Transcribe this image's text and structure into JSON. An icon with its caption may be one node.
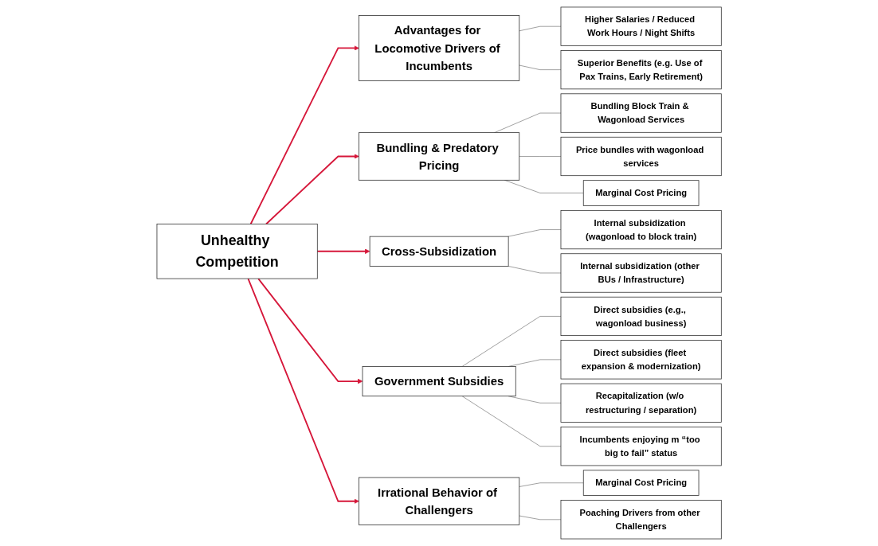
{
  "diagram": {
    "nodes": [
      {
        "text": [
          "Unhealthy Competition"
        ]
      },
      {
        "text": [
          "Advantages for Locomotive Drivers of Incumbents"
        ]
      },
      {
        "text": [
          "Higher Salaries / Reduced Work Hours / Night Shifts"
        ]
      },
      {
        "text": [
          "Superior Benefits (e.g. Use of Pax Trains, Early Retirement)"
        ]
      },
      {
        "text": [
          "Bundling & Predatory Pricing"
        ]
      },
      {
        "text": [
          "Bundling Block Train & Wagonload Services"
        ]
      },
      {
        "text": [
          "Price bundles with wagonload services"
        ]
      },
      {
        "text": [
          "Marginal Cost Pricing"
        ]
      },
      {
        "text": [
          "Cross-Subsidization"
        ]
      },
      {
        "text": [
          "Internal subsidization (wagonload to block train)"
        ]
      },
      {
        "text": [
          "Internal subsidization (other BUs / Infrastructure)"
        ]
      },
      {
        "text": [
          "Government Subsidies"
        ]
      },
      {
        "text": [
          "Direct subsidies (e.g., wagonload business)"
        ]
      },
      {
        "text": [
          "Direct subsidies (fleet expansion & modernization)"
        ]
      },
      {
        "text": [
          "Recapitalization (w/o restructuring / separation)"
        ]
      },
      {
        "text": [
          "Incumbents enjoying m “too big to fail” status"
        ]
      },
      {
        "text": [
          "Irrational Behavior of Challengers"
        ]
      },
      {
        "text": [
          "Marginal Cost Pricing"
        ]
      },
      {
        "text": [
          "Poaching Drivers from other Challengers"
        ]
      }
    ],
    "edges": [
      {
        "from": 0,
        "to": 1,
        "arrow": "to",
        "color": "#d6173a"
      },
      {
        "from": 0,
        "to": 4,
        "arrow": "to",
        "color": "#d6173a"
      },
      {
        "from": 0,
        "to": 8,
        "arrow": "to",
        "color": "#d6173a"
      },
      {
        "from": 0,
        "to": 11,
        "arrow": "to",
        "color": "#d6173a"
      },
      {
        "from": 0,
        "to": 16,
        "arrow": "to",
        "color": "#d6173a"
      },
      {
        "from": 1,
        "to": 2,
        "arrow": "none"
      },
      {
        "from": 1,
        "to": 3,
        "arrow": "none"
      },
      {
        "from": 4,
        "to": 5,
        "arrow": "none"
      },
      {
        "from": 4,
        "to": 6,
        "arrow": "none"
      },
      {
        "from": 4,
        "to": 7,
        "arrow": "none"
      },
      {
        "from": 8,
        "to": 9,
        "arrow": "none"
      },
      {
        "from": 8,
        "to": 10,
        "arrow": "none"
      },
      {
        "from": 11,
        "to": 12,
        "arrow": "none"
      },
      {
        "from": 11,
        "to": 13,
        "arrow": "none"
      },
      {
        "from": 11,
        "to": 14,
        "arrow": "none"
      },
      {
        "from": 11,
        "to": 15,
        "arrow": "none"
      },
      {
        "from": 16,
        "to": 17,
        "arrow": "none"
      },
      {
        "from": 16,
        "to": 18,
        "arrow": "none"
      }
    ]
  }
}
